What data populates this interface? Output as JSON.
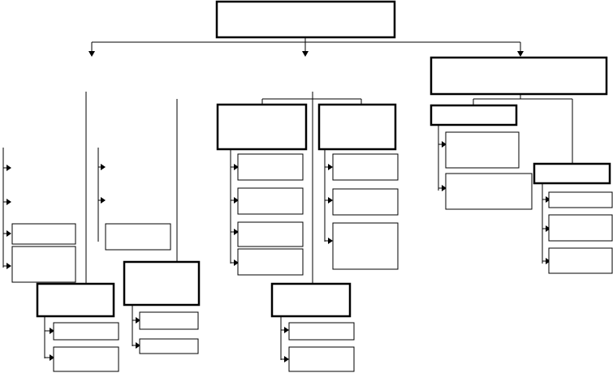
{
  "diagram": {
    "kind": "org-chart-outline",
    "boxes": [
      {
        "id": "root"
      },
      {
        "id": "b-right-main"
      },
      {
        "id": "b-mid-left"
      },
      {
        "id": "b-mid-right"
      },
      {
        "id": "b-right-left-child"
      },
      {
        "id": "b-right-right-child"
      },
      {
        "id": "b-left-1"
      },
      {
        "id": "b-left-2"
      },
      {
        "id": "b-left-3"
      },
      {
        "id": "b-left-4-bottom"
      },
      {
        "id": "b-left-5-bottom"
      },
      {
        "id": "b-mid-bottom"
      }
    ],
    "line_color": "#000000",
    "box_fill": "#ffffff"
  }
}
